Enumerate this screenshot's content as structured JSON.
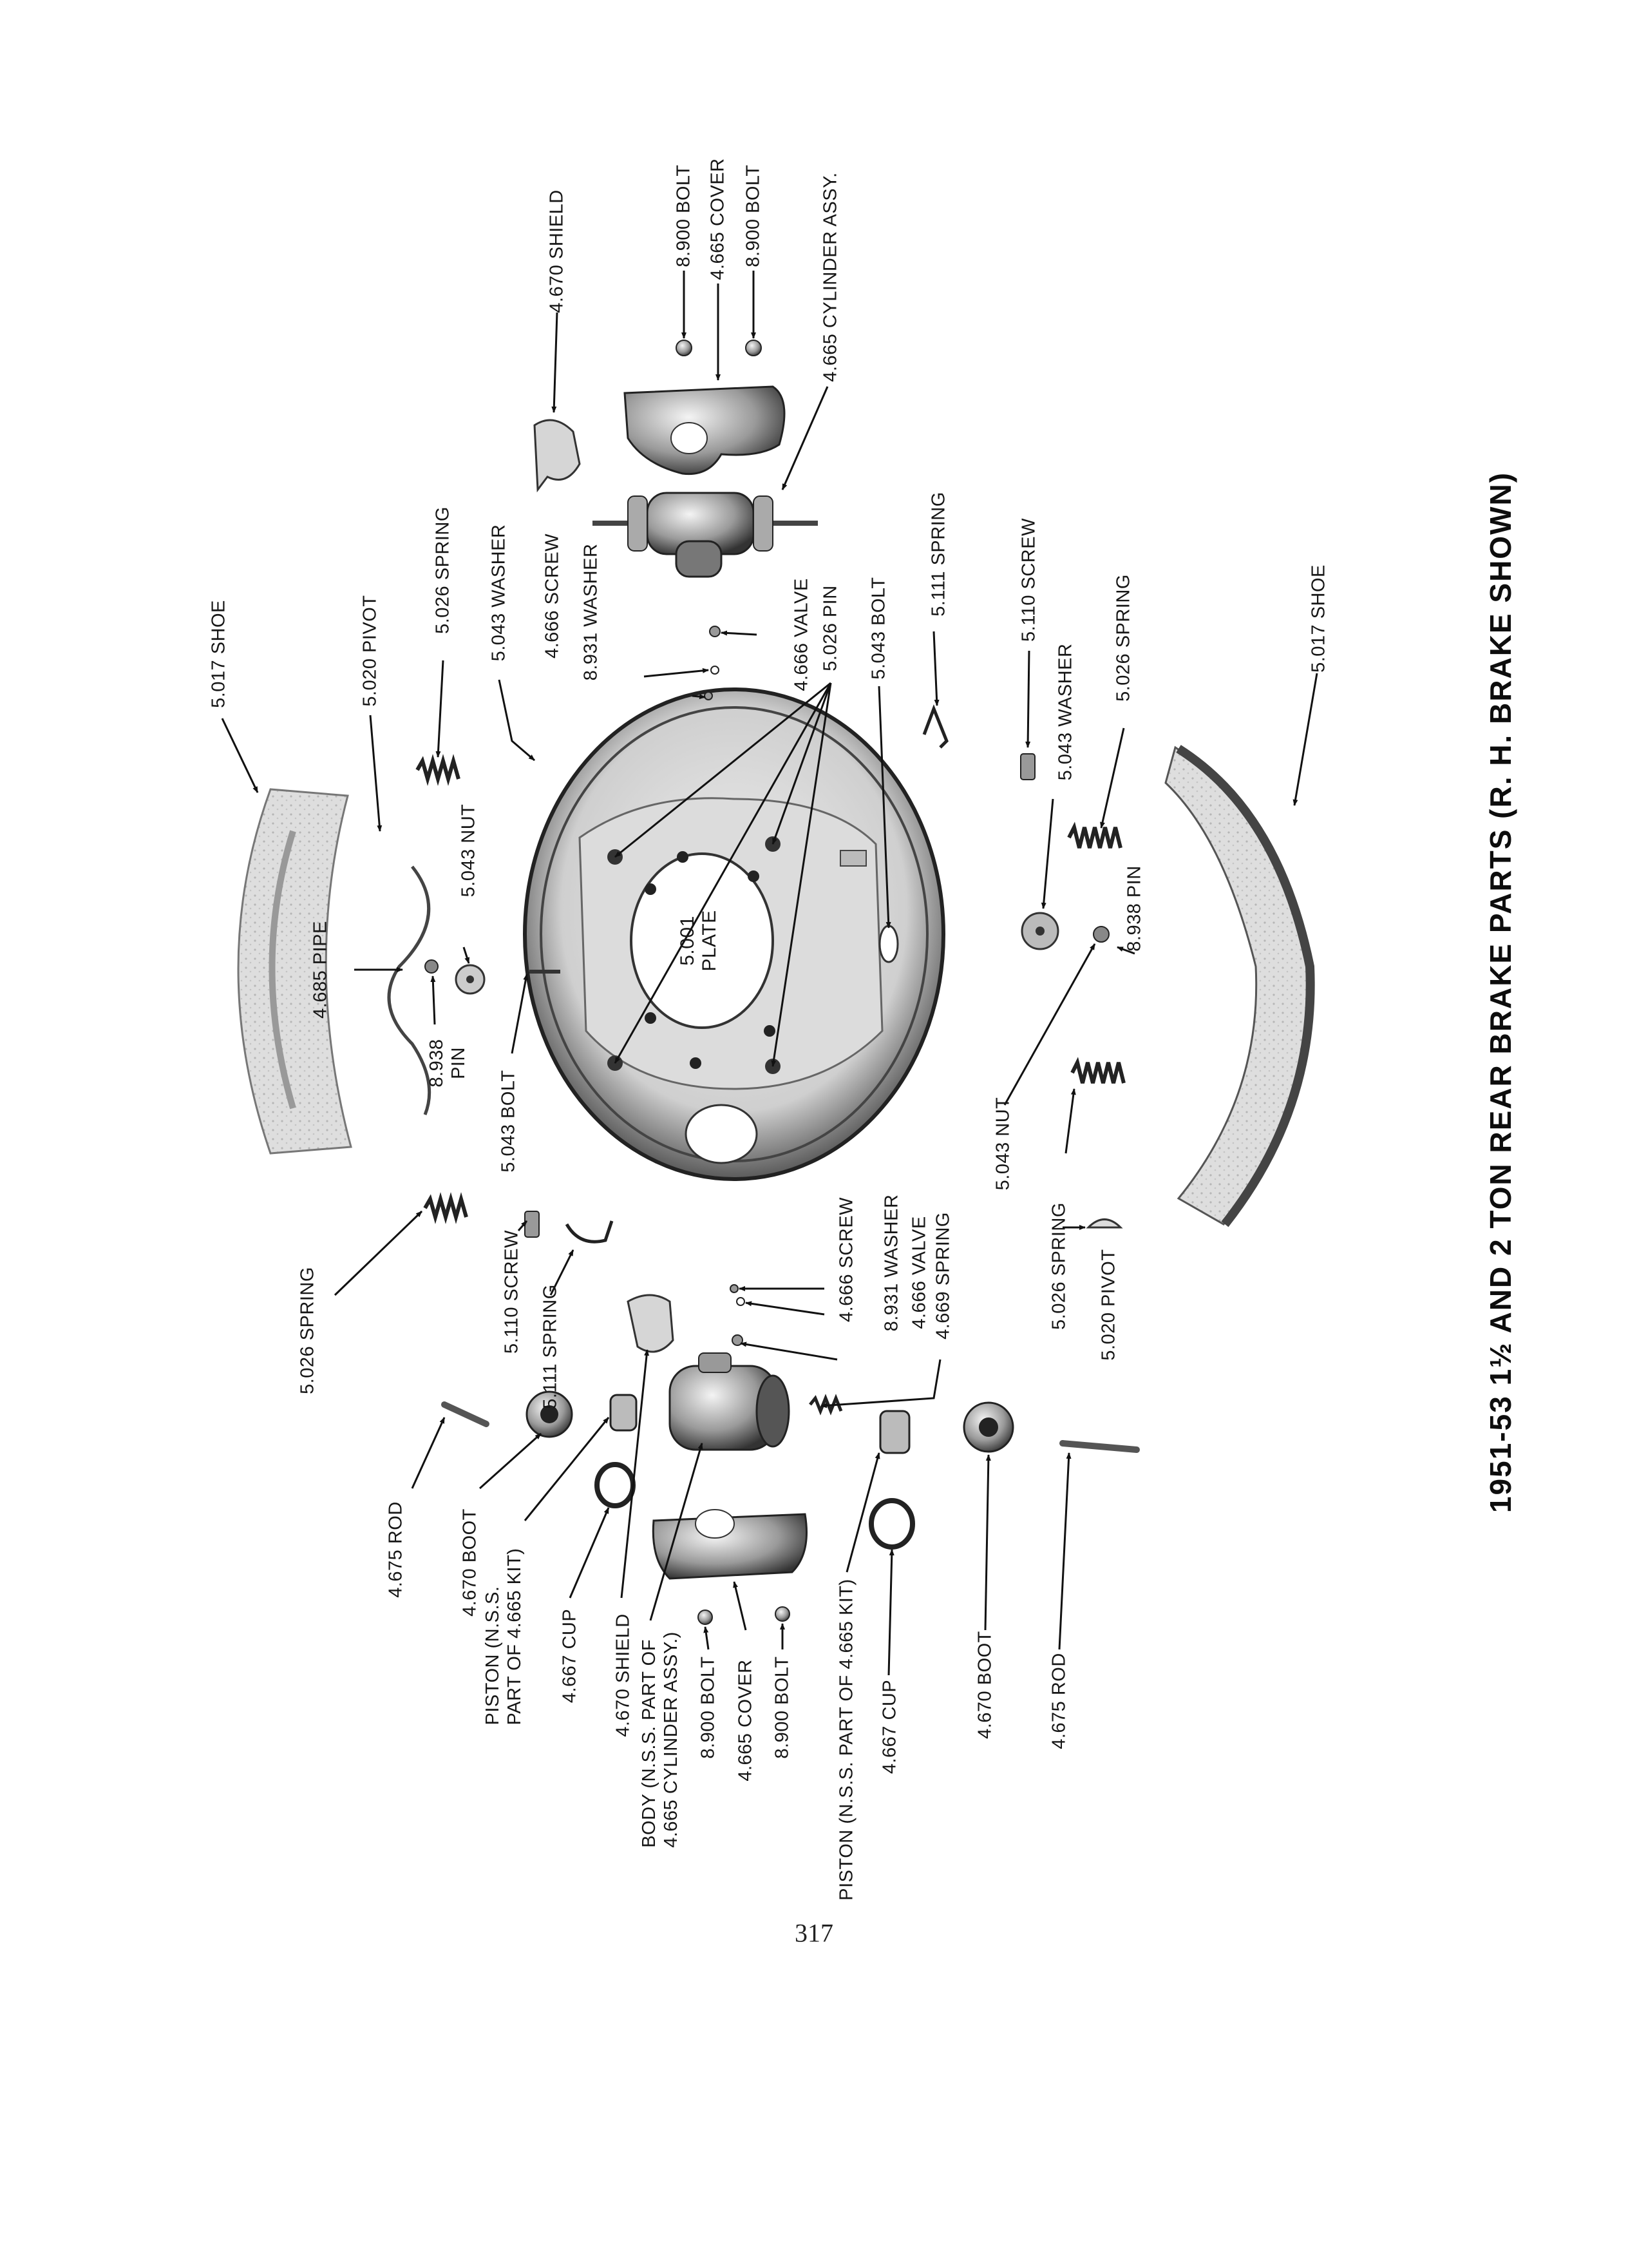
{
  "title": "1951-53 1½ AND 2 TON REAR BRAKE PARTS (R. H. BRAKE SHOWN)",
  "page_number": "317",
  "labels": {
    "bolt_8900_top_a": "8.900 BOLT",
    "cover_4665_top": "4.665 COVER",
    "bolt_8900_top_b": "8.900 BOLT",
    "shield_4670_top": "4.670 SHIELD",
    "cylinder_assy_4665": "4.665 CYLINDER ASSY.",
    "shoe_5017_left": "5.017 SHOE",
    "pivot_5020_top": "5.020 PIVOT",
    "spring_5026_top": "5.026 SPRING",
    "washer_5043_top": "5.043 WASHER",
    "nut_5043_top": "5.043 NUT",
    "screw_4666_top": "4.666 SCREW",
    "washer_8931_top": "8.931 WASHER",
    "valve_4666_top": "4.666 VALVE",
    "pin_5026": "5.026 PIN",
    "bolt_5043_right": "5.043 BOLT",
    "spring_5111_top": "5.111 SPRING",
    "screw_5110_top": "5.110 SCREW",
    "washer_5043_right": "5.043 WASHER",
    "spring_5026_right": "5.026 SPRING",
    "shoe_5017_right": "5.017 SHOE",
    "pipe_4685": "4.685 PIPE",
    "pin_8938_left_1": "8.938",
    "pin_8938_left_2": "PIN",
    "bolt_5043_left": "5.043 BOLT",
    "plate_5001_1": "5.001",
    "plate_5001_2": "PLATE",
    "pin_8938_right": "8.938 PIN",
    "nut_5043_right": "5.043 NUT",
    "spring_5026_left": "5.026 SPRING",
    "screw_5110_bottom": "5.110 SCREW",
    "spring_5111_bottom": "5.111 SPRING",
    "screw_4666_bottom": "4.666 SCREW",
    "washer_8931_bottom": "8.931 WASHER",
    "valve_4666_bottom": "4.666 VALVE",
    "spring_4669": "4.669 SPRING",
    "spring_5026_bottom_right": "5.026 SPRING",
    "pivot_5020_bottom": "5.020 PIVOT",
    "rod_4675_left": "4.675 ROD",
    "boot_4670_left": "4.670 BOOT",
    "piston_left_1": "PISTON (N.S.S.",
    "piston_left_2": "PART OF 4.665 KIT)",
    "cup_4667_left": "4.667 CUP",
    "shield_4670_bottom": "4.670 SHIELD",
    "body_1": "BODY (N.S.S. PART OF",
    "body_2": "4.665 CYLINDER ASSY.)",
    "bolt_8900_bottom_a": "8.900 BOLT",
    "cover_4665_bottom": "4.665 COVER",
    "bolt_8900_bottom_b": "8.900 BOLT",
    "piston_right": "PISTON (N.S.S. PART OF 4.665 KIT)",
    "cup_4667_right": "4.667 CUP",
    "boot_4670_right": "4.670 BOOT",
    "rod_4675_right": "4.675 ROD"
  }
}
